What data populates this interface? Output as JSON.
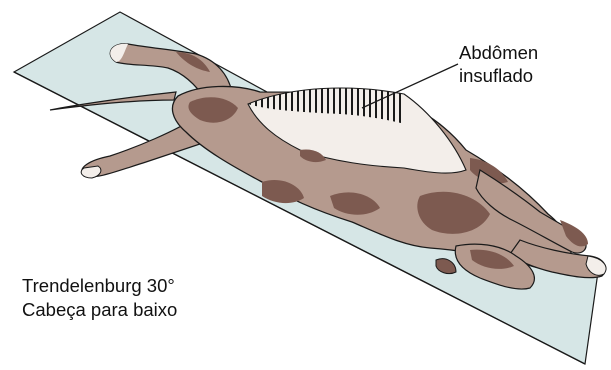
{
  "callout": {
    "line1": "Abdômen",
    "line2": "insuflado"
  },
  "position_label": {
    "line1": "Trendelenburg 30°",
    "line2": "Cabeça para baixo"
  },
  "colors": {
    "table_fill": "#d6e6e6",
    "table_stroke": "#1a1a1a",
    "coat_base": "#b59a8e",
    "coat_patch": "#7d5a50",
    "belly": "#f3eeea",
    "outline": "#1a1a1a"
  }
}
